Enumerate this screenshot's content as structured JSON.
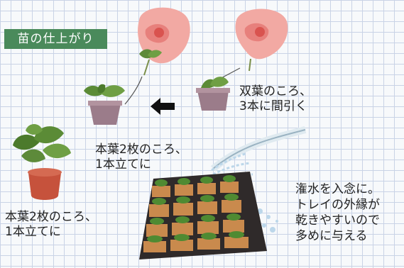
{
  "title": "苗の仕上がり",
  "captions": {
    "thin": [
      "双葉のころ、",
      "3本に間引く"
    ],
    "mid": [
      "本葉2枚のころ、",
      "1本立てに"
    ],
    "left": [
      "本葉2枚のころ、",
      "1本立てに"
    ],
    "water": [
      "潅水を入念に。",
      "トレイの外縁が",
      "乾きやすいので",
      "多めに与える"
    ]
  }
}
